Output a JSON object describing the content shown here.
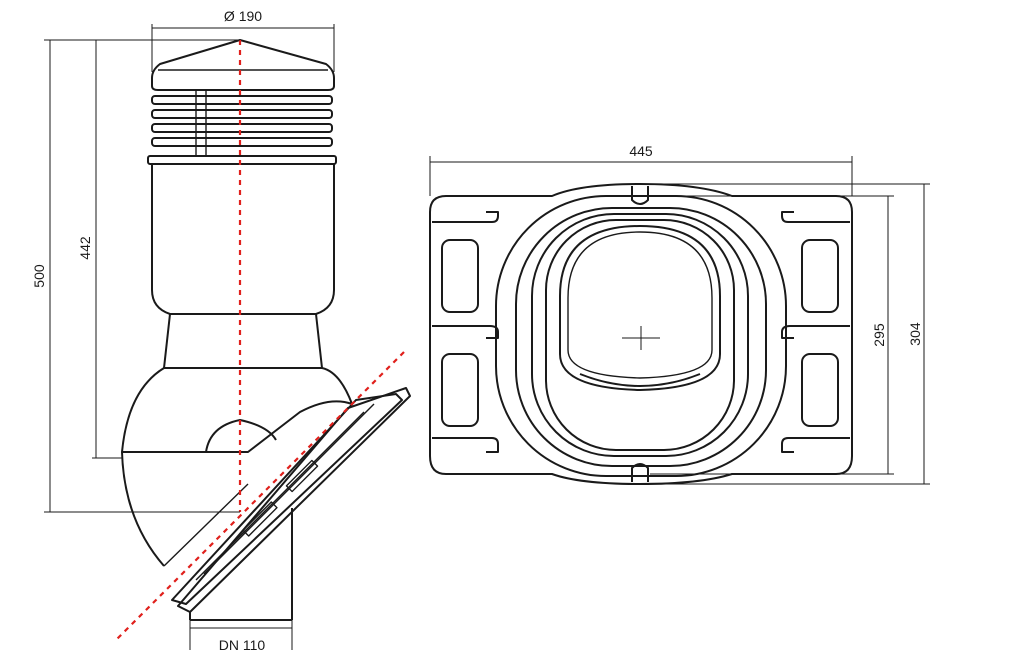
{
  "dimensions": {
    "diameter": "Ø 190",
    "total_height": "500",
    "body_height": "442",
    "pipe_diameter": "DN 110",
    "base_width": "445",
    "base_inner_depth": "295",
    "base_outer_depth": "304"
  },
  "colors": {
    "outline": "#1a1a1a",
    "axis": "#e0201c",
    "background": "#ffffff"
  }
}
